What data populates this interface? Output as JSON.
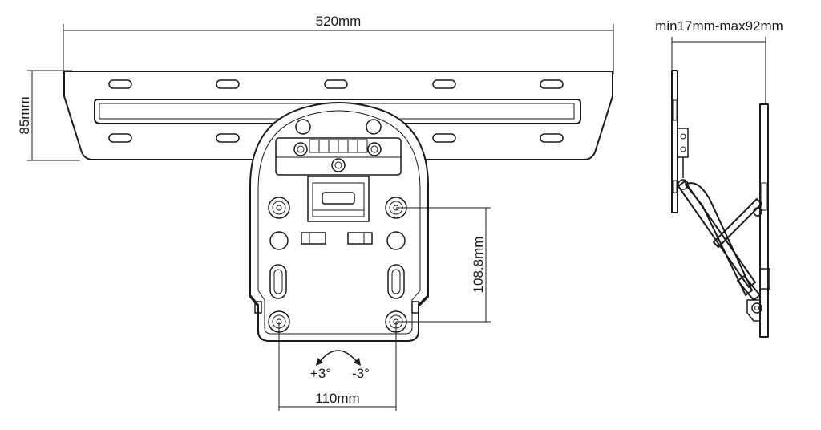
{
  "dimensions": {
    "width_label": "520mm",
    "height_label": "85mm",
    "depth_label": "min17mm-max92mm",
    "hole_vertical_label": "108.8mm",
    "hole_horizontal_label": "110mm"
  },
  "tilt": {
    "plus_label": "+3°",
    "minus_label": "-3°"
  }
}
